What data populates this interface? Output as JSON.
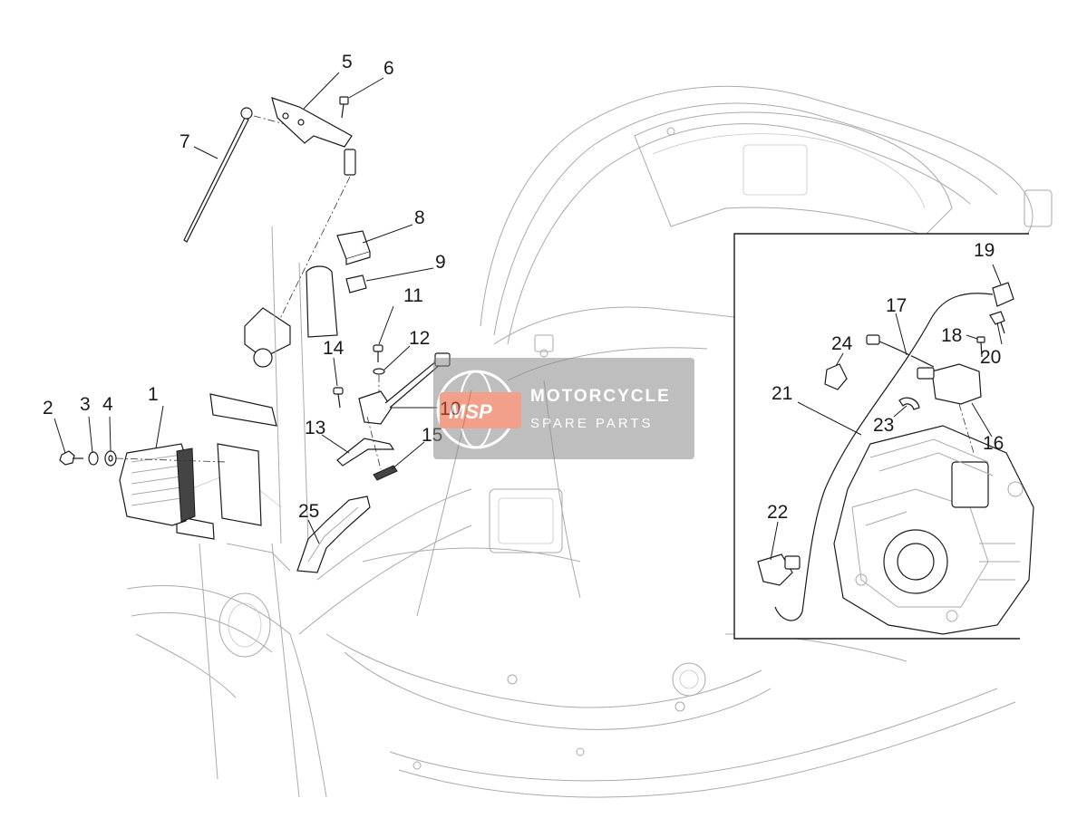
{
  "diagram": {
    "callouts": [
      "1",
      "2",
      "3",
      "4",
      "5",
      "6",
      "7",
      "8",
      "9",
      "10",
      "11",
      "12",
      "13",
      "14",
      "15",
      "16",
      "17",
      "18",
      "19",
      "20",
      "21",
      "22",
      "23",
      "24",
      "25"
    ]
  },
  "watermark": {
    "logo": "MSP",
    "line1": "MOTORCYCLE",
    "line2": "SPARE PARTS",
    "accent": "#e8542a",
    "panel": "#8a8a8a"
  }
}
